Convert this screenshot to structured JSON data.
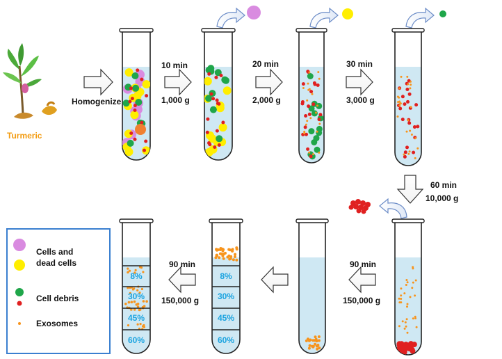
{
  "source_label": "Turmeric",
  "step_homogenize": "Homogenize",
  "steps": [
    {
      "time": "10 min",
      "force": "1,000 g"
    },
    {
      "time": "20 min",
      "force": "2,000 g"
    },
    {
      "time": "30 min",
      "force": "3,000 g"
    },
    {
      "time": "60 min",
      "force": "10,000 g"
    },
    {
      "time": "90 min",
      "force": "150,000 g"
    },
    {
      "time": "90 min",
      "force": "150,000 g"
    }
  ],
  "gradient": [
    "8%",
    "30%",
    "45%",
    "60%"
  ],
  "legend": {
    "cells": "Cells and dead cells",
    "cells_line1": "Cells and",
    "cells_line2": "dead cells",
    "debris": "Cell debris",
    "exosomes": "Exosomes"
  },
  "colors": {
    "cells_purple": "#d98be0",
    "cells_yellow": "#ffee00",
    "debris_green": "#1fa64a",
    "debris_red": "#e02020",
    "exosome_orange": "#f7941d",
    "liquid": "#cfe8f3",
    "percent_text": "#1aa3e0",
    "legend_border": "#3a7fd0"
  }
}
